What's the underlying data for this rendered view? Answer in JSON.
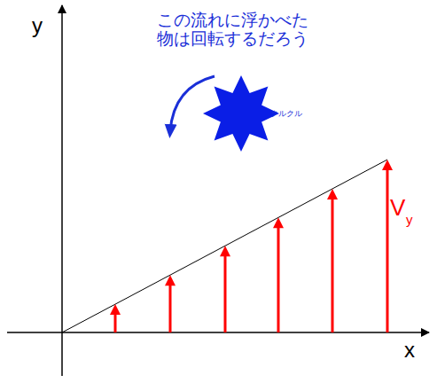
{
  "diagram": {
    "labels": [
      "y",
      "x",
      "V",
      "y",
      "この流れに浮かべた 物は回転するだろう",
      "クルクル"
    ]
  }
}
